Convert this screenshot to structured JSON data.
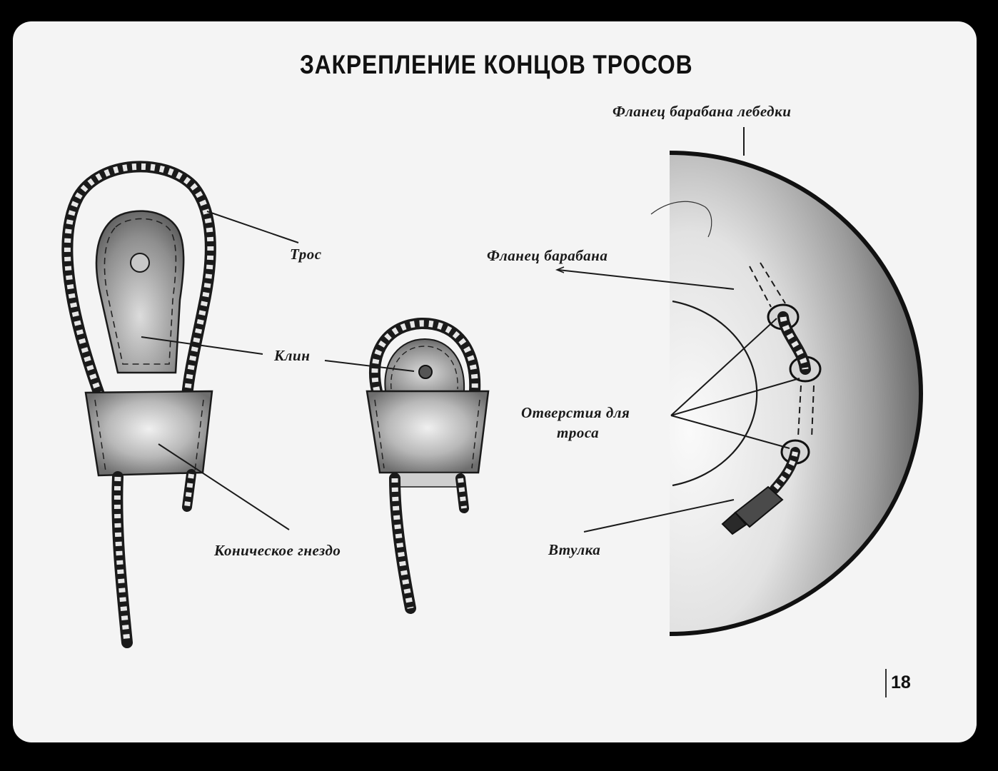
{
  "title": "ЗАКРЕПЛЕНИЕ КОНЦОВ ТРОСОВ",
  "labels": {
    "winch_drum_flange": "Фланец барабана лебедки",
    "rope": "Трос",
    "drum_flange": "Фланец барабана",
    "wedge": "Клин",
    "rope_holes_line1": "Отверстия для",
    "rope_holes_line2": "троса",
    "conical_socket": "Коническое гнездо",
    "sleeve": "Втулка"
  },
  "page_number": "18",
  "colors": {
    "background": "#000000",
    "paper": "#f4f4f4",
    "ink": "#1a1a1a",
    "metal_shade": "#9a9a9a"
  }
}
